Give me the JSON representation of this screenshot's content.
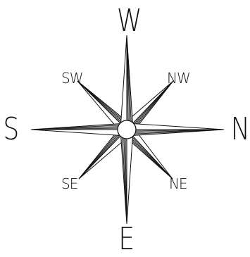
{
  "compass": {
    "labels": {
      "top": "W",
      "bottom": "E",
      "left": "S",
      "right": "N",
      "upper_left": "SW",
      "upper_right": "NW",
      "lower_left": "SE",
      "lower_right": "NE"
    },
    "colors": {
      "stroke": "#111111",
      "fill": "#ffffff",
      "shade": "#bdbdbd"
    }
  }
}
